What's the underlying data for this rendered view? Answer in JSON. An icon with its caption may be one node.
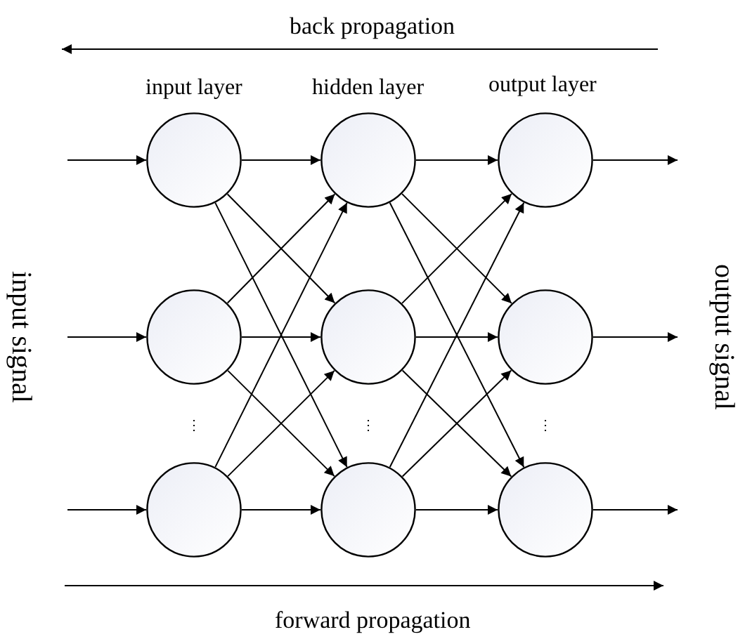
{
  "diagram": {
    "nodes": [
      {
        "text": [],
        "shape": "circle"
      },
      {
        "text": [],
        "shape": "circle"
      },
      {
        "text": [],
        "shape": "circle"
      },
      {
        "text": [],
        "shape": "circle"
      },
      {
        "text": [],
        "shape": "circle"
      },
      {
        "text": [],
        "shape": "circle"
      },
      {
        "text": [],
        "shape": "circle"
      },
      {
        "text": [],
        "shape": "circle"
      },
      {
        "text": [],
        "shape": "circle"
      }
    ],
    "edges": [
      {
        "from": null,
        "to": 0,
        "arrow": "to"
      },
      {
        "from": null,
        "to": 1,
        "arrow": "to"
      },
      {
        "from": null,
        "to": 2,
        "arrow": "to"
      },
      {
        "from": 0,
        "to": 3,
        "arrow": "to"
      },
      {
        "from": 0,
        "to": 4,
        "arrow": "to"
      },
      {
        "from": 0,
        "to": 5,
        "arrow": "to"
      },
      {
        "from": 1,
        "to": 3,
        "arrow": "to"
      },
      {
        "from": 1,
        "to": 4,
        "arrow": "to"
      },
      {
        "from": 1,
        "to": 5,
        "arrow": "to"
      },
      {
        "from": 2,
        "to": 3,
        "arrow": "to"
      },
      {
        "from": 2,
        "to": 4,
        "arrow": "to"
      },
      {
        "from": 2,
        "to": 5,
        "arrow": "to"
      },
      {
        "from": 3,
        "to": 6,
        "arrow": "to"
      },
      {
        "from": 3,
        "to": 7,
        "arrow": "to"
      },
      {
        "from": 3,
        "to": 8,
        "arrow": "to"
      },
      {
        "from": 4,
        "to": 6,
        "arrow": "to"
      },
      {
        "from": 4,
        "to": 7,
        "arrow": "to"
      },
      {
        "from": 4,
        "to": 8,
        "arrow": "to"
      },
      {
        "from": 5,
        "to": 6,
        "arrow": "to"
      },
      {
        "from": 5,
        "to": 7,
        "arrow": "to"
      },
      {
        "from": 5,
        "to": 8,
        "arrow": "to"
      },
      {
        "from": 6,
        "to": null,
        "arrow": "to"
      },
      {
        "from": 7,
        "to": null,
        "arrow": "to"
      },
      {
        "from": 8,
        "to": null,
        "arrow": "to"
      }
    ],
    "labels": [
      "back propagation",
      "input layer",
      "hidden layer",
      "output layer",
      "input signal",
      "output signal",
      "⋮",
      "⋮",
      "⋮",
      "forward propagation"
    ]
  }
}
